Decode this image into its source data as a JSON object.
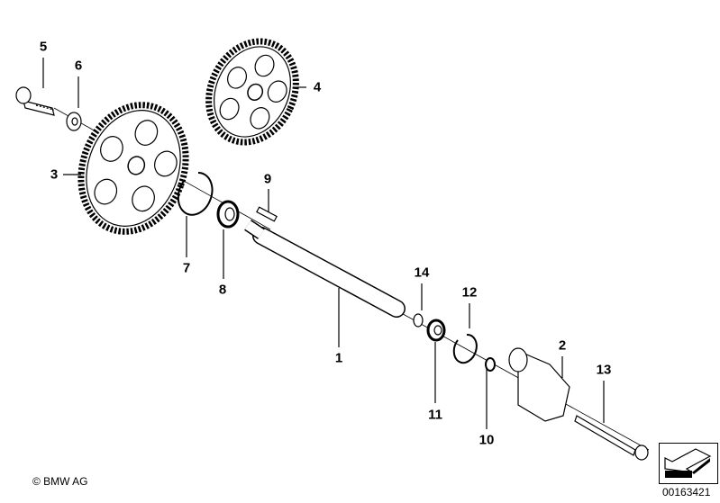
{
  "diagram": {
    "part_labels": [
      "1",
      "2",
      "3",
      "4",
      "5",
      "6",
      "7",
      "8",
      "9",
      "10",
      "11",
      "12",
      "13",
      "14"
    ],
    "copyright": "© BMW AG",
    "image_code": "00163421",
    "icons": [
      "direction-arrow-icon"
    ]
  }
}
